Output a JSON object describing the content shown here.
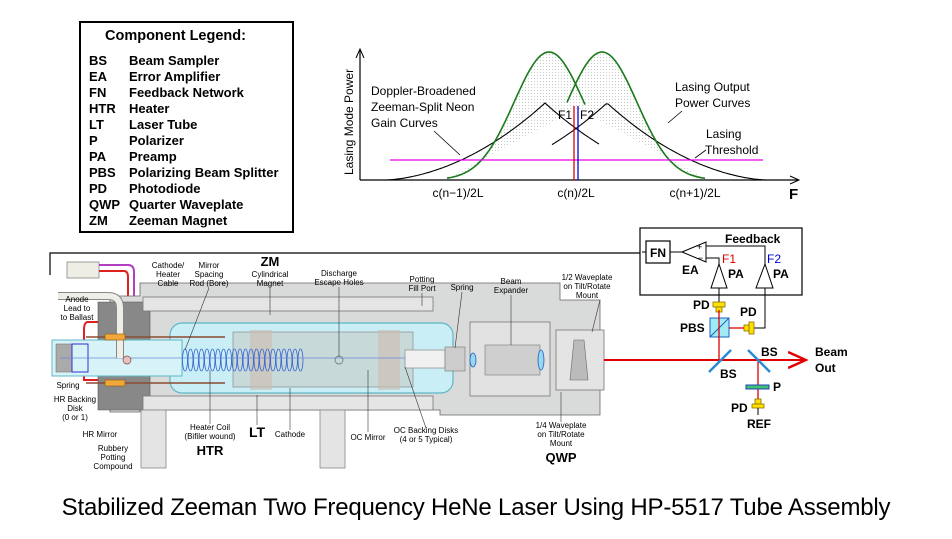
{
  "legend": {
    "title": "Component Legend:",
    "items": [
      {
        "abbr": "BS",
        "name": "Beam Sampler"
      },
      {
        "abbr": "EA",
        "name": "Error Amplifier"
      },
      {
        "abbr": "FN",
        "name": "Feedback Network"
      },
      {
        "abbr": "HTR",
        "name": "Heater"
      },
      {
        "abbr": "LT",
        "name": "Laser Tube"
      },
      {
        "abbr": "P",
        "name": "Polarizer"
      },
      {
        "abbr": "PA",
        "name": "Preamp"
      },
      {
        "abbr": "PBS",
        "name": "Polarizing Beam Splitter"
      },
      {
        "abbr": "PD",
        "name": "Photodiode"
      },
      {
        "abbr": "QWP",
        "name": "Quarter Waveplate"
      },
      {
        "abbr": "ZM",
        "name": "Zeeman Magnet"
      }
    ]
  },
  "graph": {
    "ylabel": "Lasing Mode Power",
    "xlabel": "F",
    "ticks": [
      "c(n−1)/2L",
      "c(n)/2L",
      "c(n+1)/2L"
    ],
    "gain_label": [
      "Doppler-Broadened",
      "Zeeman-Split Neon",
      "Gain Curves"
    ],
    "output_label": [
      "Lasing Output",
      "Power Curves"
    ],
    "threshold_label": [
      "Lasing",
      "Threshold"
    ],
    "f1": "F1",
    "f2": "F2",
    "colors": {
      "gain": "#000000",
      "output": "#1a7a1a",
      "threshold": "#e600e6",
      "f1": "#e00000",
      "f2": "#0000e0"
    }
  },
  "feedback": {
    "title": "Feedback",
    "fn": "FN",
    "ea": "EA",
    "pa1": "PA",
    "pa2": "PA",
    "f1": "F1",
    "f2": "F2",
    "plus": "+",
    "minus": "−"
  },
  "optics": {
    "pd1": "PD",
    "pd2": "PD",
    "pbs": "PBS",
    "bs1": "BS",
    "bs2": "BS",
    "beam_out": [
      "Beam",
      "Out"
    ],
    "p": "P",
    "pd3": "PD",
    "ref": "REF"
  },
  "tube": {
    "zm": "ZM",
    "lt": "LT",
    "htr": "HTR",
    "qwp": "QWP",
    "labels": {
      "cathode_cable": [
        "Cathode/",
        "Heater",
        "Cable"
      ],
      "mirror_rod": [
        "Mirror",
        "Spacing",
        "Rod (Bore)"
      ],
      "magnet": [
        "Cylindrical",
        "Magnet"
      ],
      "discharge": [
        "Discharge",
        "Escape Holes"
      ],
      "potting": [
        "Potting",
        "Fill Port"
      ],
      "spring_r": "Spring",
      "beam_expander": [
        "Beam",
        "Expander"
      ],
      "half_wave": [
        "1/2 Waveplate",
        "on Tilt/Rotate",
        "Mount"
      ],
      "anode": [
        "Anode",
        "Lead to",
        "to Ballast"
      ],
      "spring_l": "Spring",
      "hr_backing": [
        "HR Backing",
        "Disk",
        "(0 or 1)"
      ],
      "hr_mirror": "HR Mirror",
      "rubbery": [
        "Rubbery",
        "Potting",
        "Compound"
      ],
      "heater_coil": [
        "Heater Coil",
        "(Bifiler wound)"
      ],
      "cathode": "Cathode",
      "oc_mirror": "OC Mirror",
      "oc_disks": [
        "OC Backing Disks",
        "(4 or 5 Typical)"
      ],
      "quarter_wave": [
        "1/4 Waveplate",
        "on Tilt/Rotate",
        "Mount"
      ]
    }
  },
  "caption": "Stabilized Zeeman Two Frequency HeNe Laser Using HP-5517 Tube Assembly"
}
